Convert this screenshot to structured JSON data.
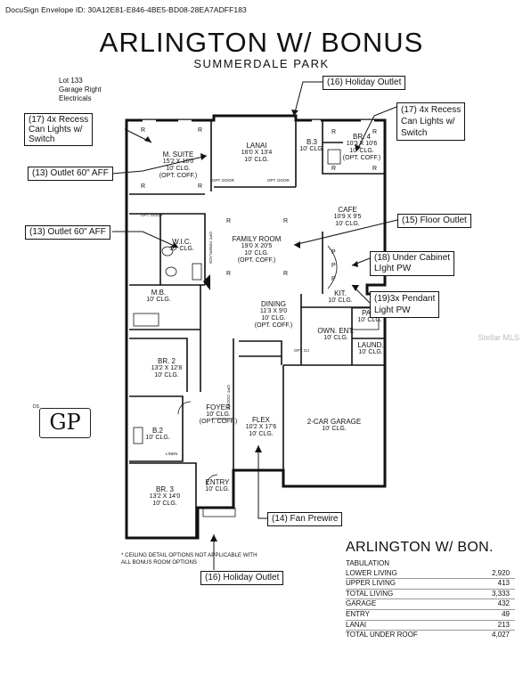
{
  "header": {
    "envelope_id": "DocuSign Envelope ID: 30A12E81-E846-4BE5-BD08-28EA7ADFF183",
    "title": "ARLINGTON W/ BONUS",
    "subtitle": "SUMMERDALE PARK",
    "lot": "Lot 133",
    "garage": "Garage Right",
    "electricals": "Electricals"
  },
  "callouts": {
    "holiday_top": "(16) Holiday Outlet",
    "recess_left_1": "(17) 4x Recess",
    "recess_left_2": "Can Lights w/",
    "recess_left_3": "Switch",
    "recess_right_1": "(17) 4x Recess",
    "recess_right_2": "Can Lights w/",
    "recess_right_3": "Switch",
    "outlet_1": "(13) Outlet 60\" AFF",
    "outlet_2": "(13) Outlet 60\" AFF",
    "floor_outlet": "(15) Floor Outlet",
    "under_cabinet_1": "(18) Under Cabinet",
    "under_cabinet_2": "LIght PW",
    "pendant_1": "(19)3x Pendant",
    "pendant_2": "Light PW",
    "fan_prewire": "(14) Fan Prewire",
    "holiday_bottom": "(16) Holiday Outlet"
  },
  "rooms": {
    "suite": {
      "name": "M. SUITE",
      "dim": "15'2 X 16'0",
      "clg": "10' CLG.",
      "opt": "(OPT. COFF.)"
    },
    "lanai": {
      "name": "LANAI",
      "dim": "16'0 X 13'4",
      "clg": "10' CLG."
    },
    "b3": {
      "name": "B.3",
      "clg": "10' CLG."
    },
    "br4": {
      "name": "BR. 4",
      "dim": "10'3 X 10'6",
      "clg": "10' CLG.",
      "opt": "(OPT. COFF.)"
    },
    "cafe": {
      "name": "CAFE",
      "dim": "10'9 X 9'5",
      "clg": "10' CLG."
    },
    "family": {
      "name": "FAMILY ROOM",
      "dim": "19'0 X 20'5",
      "clg": "10' CLG.",
      "opt": "(OPT. COFF.)"
    },
    "wic": {
      "name": "W.I.C.",
      "clg": "10' CLG."
    },
    "mb": {
      "name": "M.B.",
      "clg": "10' CLG."
    },
    "kit": {
      "name": "KIT.",
      "clg": "10' CLG."
    },
    "pan": {
      "name": "PAN.",
      "clg": "10' CLG."
    },
    "dining": {
      "name": "DINING",
      "dim": "11'3 X 9'0",
      "clg": "10' CLG.",
      "opt": "(OPT. COFF.)"
    },
    "own_ent": {
      "name": "OWN. ENT.",
      "clg": "10' CLG."
    },
    "laund": {
      "name": "LAUND.",
      "clg": "10' CLG."
    },
    "br2": {
      "name": "BR. 2",
      "dim": "13'2 X 12'8",
      "clg": "10' CLG."
    },
    "foyer": {
      "name": "FOYER",
      "clg": "10' CLG.",
      "opt": "(OPT. COFF.)"
    },
    "flex": {
      "name": "FLEX",
      "dim": "10'2 X 17'6",
      "clg": "10' CLG."
    },
    "garage": {
      "name": "2-CAR GARAGE",
      "clg": "10' CLG."
    },
    "b2": {
      "name": "B.2",
      "clg": "10' CLG."
    },
    "br3": {
      "name": "BR. 3",
      "dim": "13'2 X 14'0",
      "clg": "10' CLG."
    },
    "entry": {
      "name": "ENTRY",
      "clg": "10' CLG."
    }
  },
  "marks": {
    "r": "R",
    "p": "P",
    "opt_door": "OPT. DOOR",
    "fireplace": "OPT. FIREPLACE",
    "linen": "LINEN",
    "opt_door_vertical": "OPT. DOORS",
    "opt_dj": "OPT. DJ"
  },
  "initials": {
    "small": "DS",
    "big": "GP"
  },
  "watermark": "Stellar MLS",
  "note": {
    "line1": "* CEILING DETAIL OPTIONS NOT APPLICABLE WITH",
    "line2": "ALL BONUS ROOM OPTIONS"
  },
  "tabulation": {
    "title": "ARLINGTON W/ BON.",
    "heading": "TABULATION",
    "rows": [
      {
        "label": "LOWER LIVING",
        "value": "2,920"
      },
      {
        "label": "UPPER LIVING",
        "value": "413"
      },
      {
        "label": "TOTAL LIVING",
        "value": "3,333"
      },
      {
        "label": "GARAGE",
        "value": "432"
      },
      {
        "label": "ENTRY",
        "value": "49"
      },
      {
        "label": "LANAI",
        "value": "213"
      },
      {
        "label": "TOTAL UNDER ROOF",
        "value": "4,027"
      }
    ]
  }
}
